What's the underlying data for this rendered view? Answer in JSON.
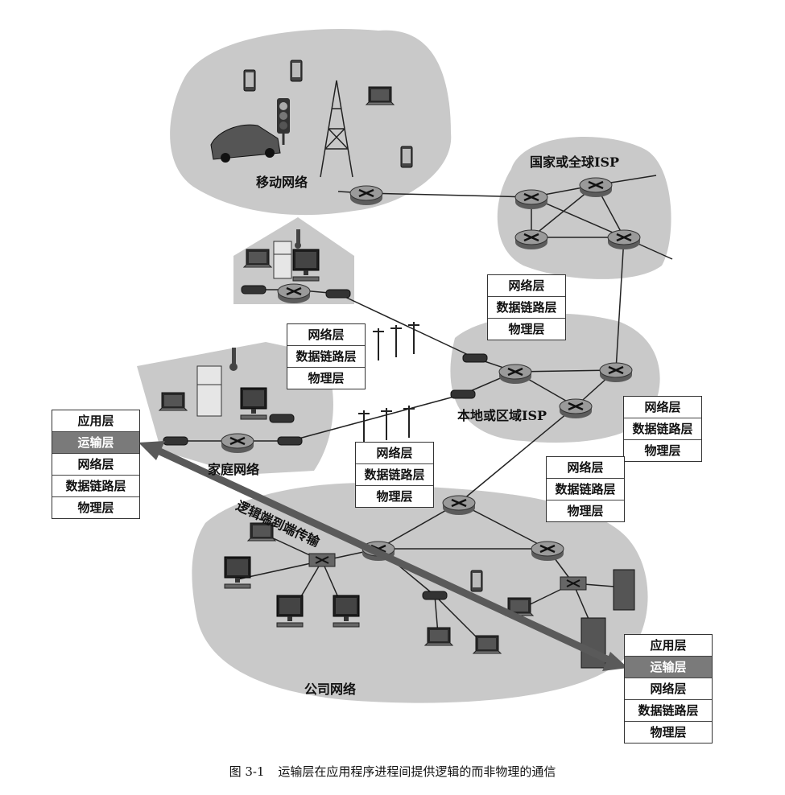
{
  "networks": {
    "mobile": "移动网络",
    "isp_global": "国家或全球ISP",
    "isp_local": "本地或区域ISP",
    "home": "家庭网络",
    "enterprise": "公司网络"
  },
  "transfer_label": "逻辑端到端传输",
  "stacks": {
    "five_layer": [
      "应用层",
      "运输层",
      "网络层",
      "数据链路层",
      "物理层"
    ],
    "three_layer": [
      "网络层",
      "数据链路层",
      "物理层"
    ],
    "highlight_layer": "运输层"
  },
  "caption": {
    "number": "图 3-1",
    "text": "运输层在应用程序进程间提供逻辑的而非物理的通信"
  },
  "colors": {
    "cloud": "#c8c8c8",
    "highlight": "#7a7a7a",
    "arrow": "#5a5a5a"
  },
  "icons": [
    "router-icon",
    "laptop-icon",
    "phone-icon",
    "car-icon",
    "traffic-light-icon",
    "cell-tower-icon",
    "fridge-icon",
    "thermometer-icon",
    "monitor-icon",
    "modem-icon",
    "switch-icon",
    "server-icon",
    "utility-pole-icon"
  ]
}
